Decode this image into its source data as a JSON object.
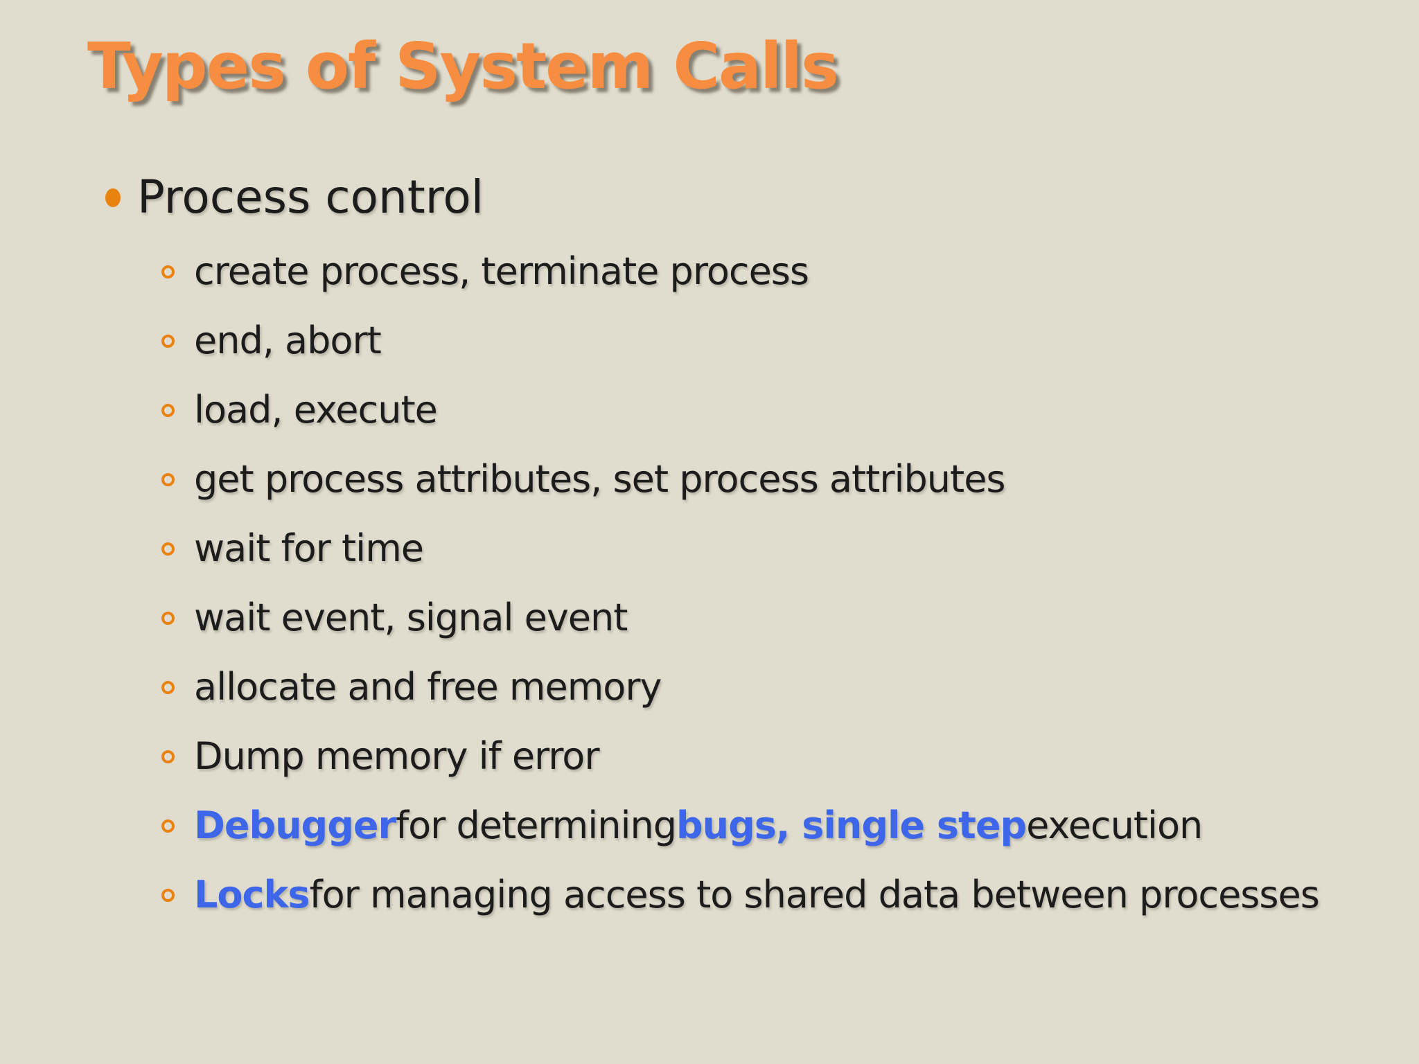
{
  "slide": {
    "title": "Types of System Calls",
    "colors": {
      "background": "#e0ddcf",
      "title_orange": "#f68d40",
      "bullet_orange": "#e8830f",
      "body_text": "#1c1c1c",
      "accent_blue": "#3d66e8"
    },
    "main_bullet": {
      "label": "Process control"
    },
    "sub_bullets": [
      {
        "segments": [
          {
            "text": "create process, terminate process",
            "accent": false
          }
        ]
      },
      {
        "segments": [
          {
            "text": "end, abort",
            "accent": false
          }
        ]
      },
      {
        "segments": [
          {
            "text": "load, execute",
            "accent": false
          }
        ]
      },
      {
        "segments": [
          {
            "text": "get process attributes, set process attributes",
            "accent": false
          }
        ]
      },
      {
        "segments": [
          {
            "text": "wait for time",
            "accent": false
          }
        ]
      },
      {
        "segments": [
          {
            "text": "wait event, signal event",
            "accent": false
          }
        ]
      },
      {
        "segments": [
          {
            "text": "allocate and free memory",
            "accent": false
          }
        ]
      },
      {
        "segments": [
          {
            "text": "Dump memory if error",
            "accent": false
          }
        ]
      },
      {
        "segments": [
          {
            "text": "Debugger",
            "accent": true
          },
          {
            "text": " for determining ",
            "accent": false
          },
          {
            "text": "bugs, single step",
            "accent": true
          },
          {
            "text": " execution",
            "accent": false
          }
        ]
      },
      {
        "segments": [
          {
            "text": "Locks",
            "accent": true
          },
          {
            "text": " for managing access to shared data between processes",
            "accent": false
          }
        ]
      }
    ]
  }
}
